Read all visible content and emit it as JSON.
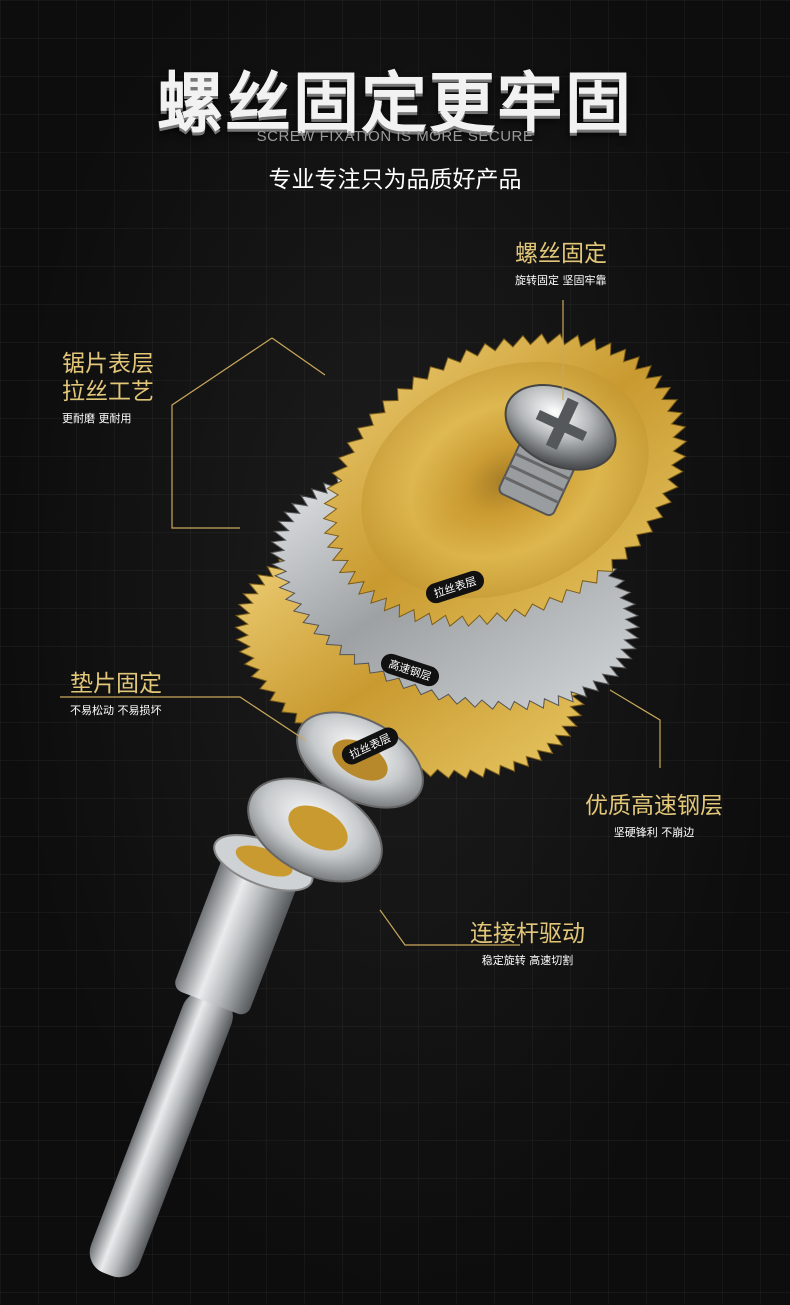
{
  "header": {
    "title": "螺丝固定更牢固",
    "subtitle_en": "SCREW FIXATION IS MORE SECURE",
    "tagline": "专业专注只为品质好产品"
  },
  "callouts": {
    "screw": {
      "title": "螺丝固定",
      "desc": "旋转固定 坚固牢靠"
    },
    "brushed": {
      "title_line1": "锯片表层",
      "title_line2": "拉丝工艺",
      "desc": "更耐磨 更耐用"
    },
    "washer": {
      "title": "垫片固定",
      "desc": "不易松动 不易损坏"
    },
    "steel": {
      "title": "优质高速钢层",
      "desc": "坚硬锋利 不崩边"
    },
    "shaft": {
      "title": "连接杆驱动",
      "desc": "稳定旋转 高速切割"
    }
  },
  "blade_tags": {
    "tag1": "拉丝表层",
    "tag2": "高速钢层",
    "tag3": "拉丝表层"
  },
  "colors": {
    "gold": "#d9ad3c",
    "silver": "#b8bcbf",
    "label_gold": "#e2c779",
    "background": "#0d0d0d"
  }
}
